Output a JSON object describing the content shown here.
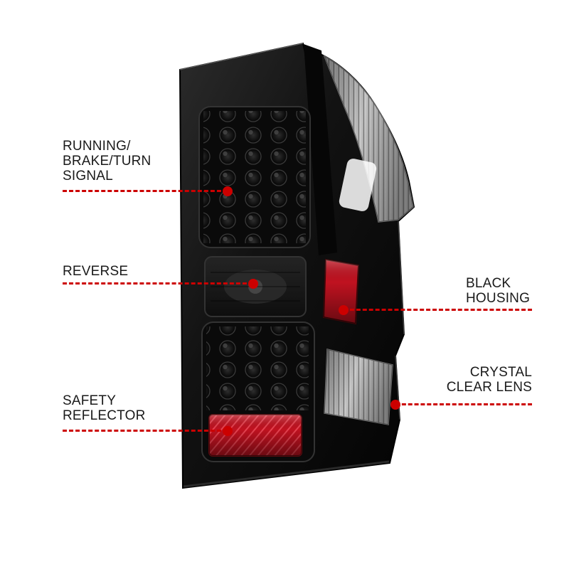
{
  "image": {
    "description": "Annotated product diagram of a black-housing LED tail light with feature callouts",
    "background_color": "#ffffff"
  },
  "colors": {
    "callout_accent": "#cc0000",
    "label_text": "#1a1a1a",
    "housing_black": "#0a0a0a",
    "reflector_red": "#c01220",
    "clear_lens_gray": "#d9d9d9"
  },
  "callouts": [
    {
      "id": "running-brake-turn-signal",
      "side": "left",
      "lines": [
        "RUNNING/",
        "BRAKE/TURN",
        "SIGNAL"
      ]
    },
    {
      "id": "reverse",
      "side": "left",
      "lines": [
        "REVERSE"
      ]
    },
    {
      "id": "safety-reflector",
      "side": "left",
      "lines": [
        "SAFETY",
        "REFLECTOR"
      ]
    },
    {
      "id": "black-housing",
      "side": "right",
      "lines": [
        "BLACK",
        "HOUSING"
      ]
    },
    {
      "id": "crystal-clear-lens",
      "side": "right",
      "lines": [
        "CRYSTAL",
        "CLEAR LENS"
      ]
    }
  ]
}
